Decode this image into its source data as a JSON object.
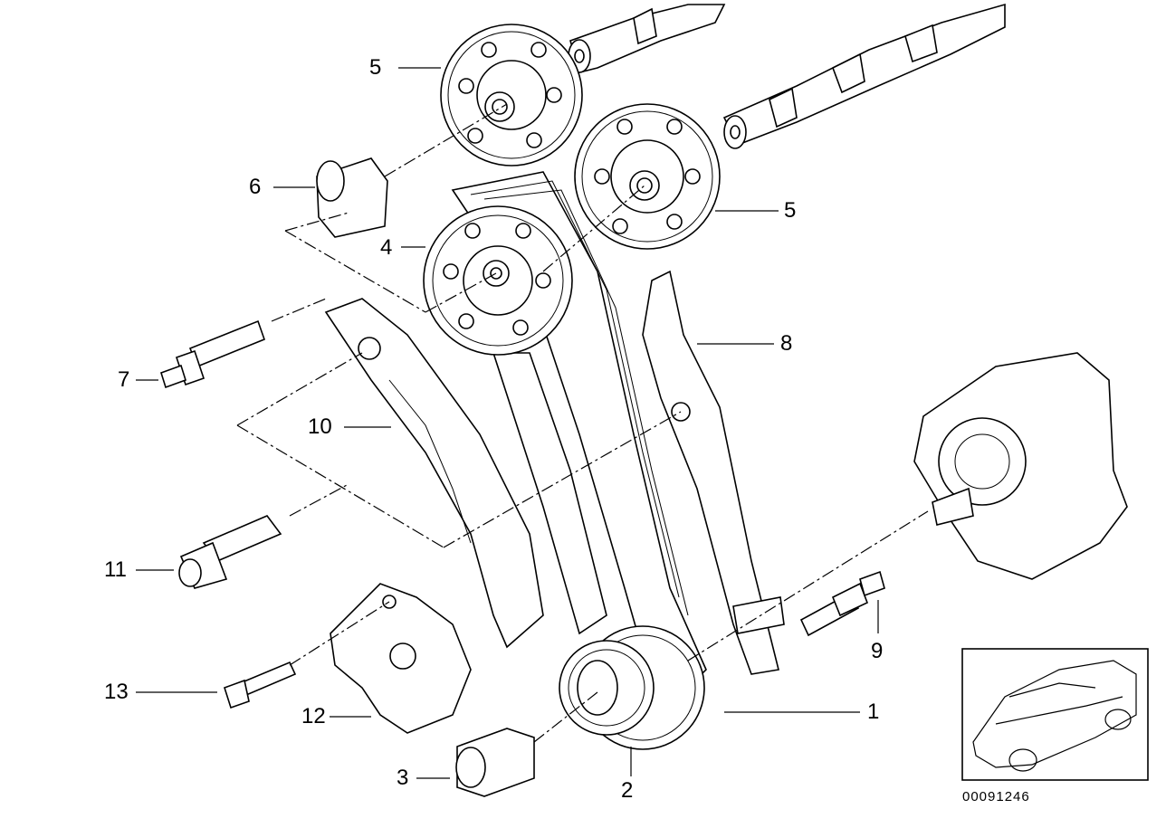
{
  "callouts": [
    {
      "id": "1",
      "label": "1"
    },
    {
      "id": "2",
      "label": "2"
    },
    {
      "id": "3",
      "label": "3"
    },
    {
      "id": "4",
      "label": "4"
    },
    {
      "id": "5a",
      "label": "5"
    },
    {
      "id": "5b",
      "label": "5"
    },
    {
      "id": "6",
      "label": "6"
    },
    {
      "id": "7",
      "label": "7"
    },
    {
      "id": "8",
      "label": "8"
    },
    {
      "id": "9",
      "label": "9"
    },
    {
      "id": "10",
      "label": "10"
    },
    {
      "id": "11",
      "label": "11"
    },
    {
      "id": "12",
      "label": "12"
    },
    {
      "id": "13",
      "label": "13"
    }
  ],
  "reference_number": "00091246",
  "colors": {
    "line": "#000000",
    "background": "#ffffff"
  }
}
